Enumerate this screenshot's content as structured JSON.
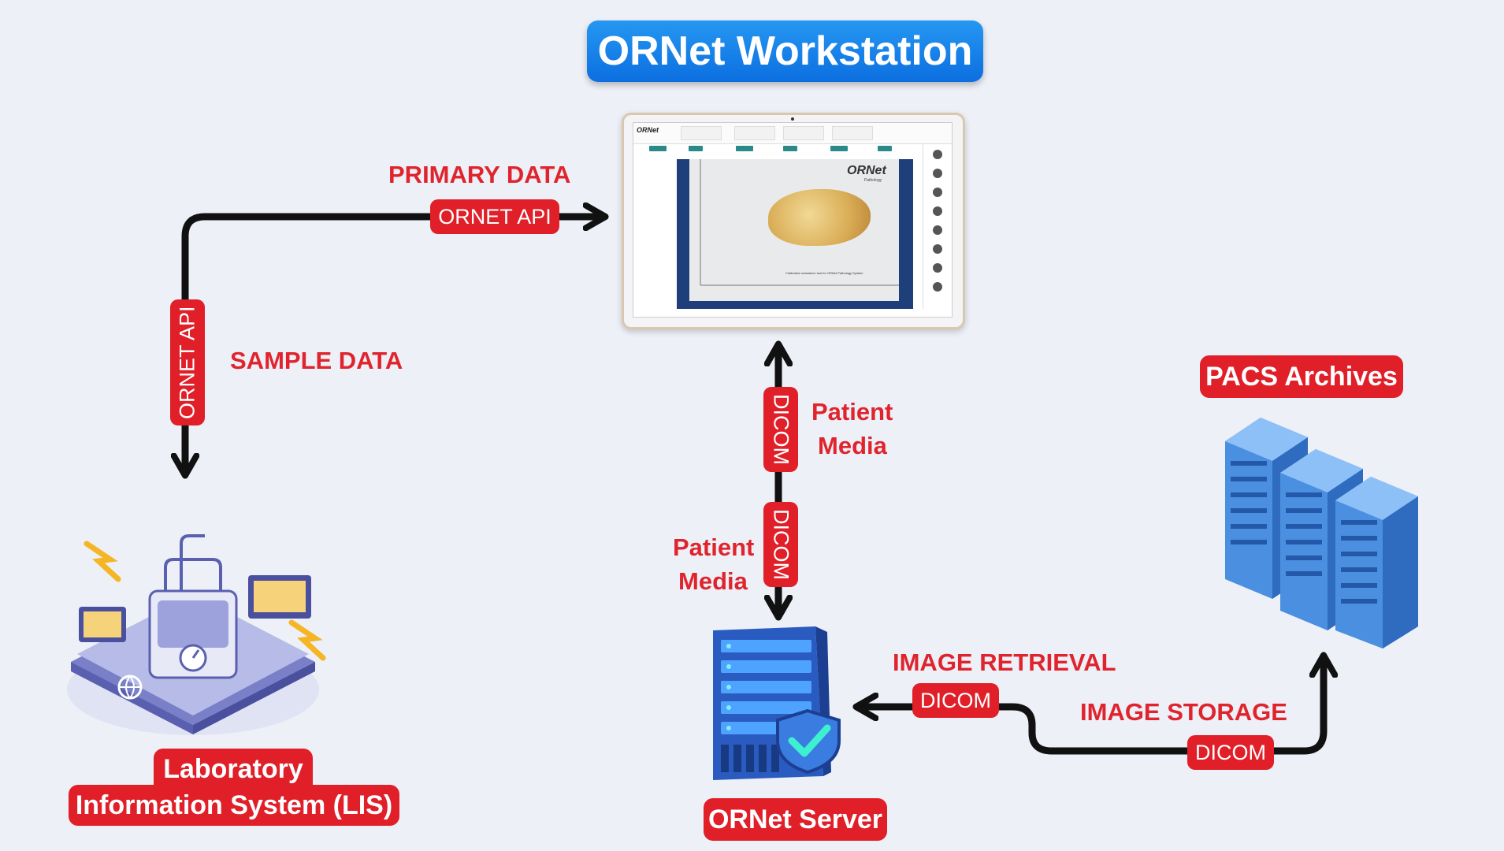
{
  "title": "ORNet Workstation",
  "labels": {
    "primary_data": "PRIMARY DATA",
    "sample_data": "SAMPLE DATA",
    "patient_media_1": [
      "Patient",
      "Media"
    ],
    "patient_media_2": [
      "Patient",
      "Media"
    ],
    "image_retrieval": "IMAGE RETRIEVAL",
    "image_storage": "IMAGE STORAGE"
  },
  "pills": {
    "ornet_api_top": "ORNET API",
    "ornet_api_left": "ORNET API",
    "dicom_upper": "DICOM",
    "dicom_lower": "DICOM",
    "dicom_retrieval": "DICOM",
    "dicom_storage": "DICOM"
  },
  "nodes": {
    "lis": [
      "Laboratory",
      "Information System (LIS)"
    ],
    "server": "ORNet Server",
    "pacs": "PACS Archives"
  },
  "tablet": {
    "logo": "ORNet",
    "logo_sub": "Pathology",
    "caption": "Calibration substance tool for ORNet Pathology System"
  },
  "colors": {
    "accent_red": "#e01f29",
    "title_blue": "#1a84ea",
    "server_blue": "#2a5bc0",
    "background": "#edf0f7"
  }
}
